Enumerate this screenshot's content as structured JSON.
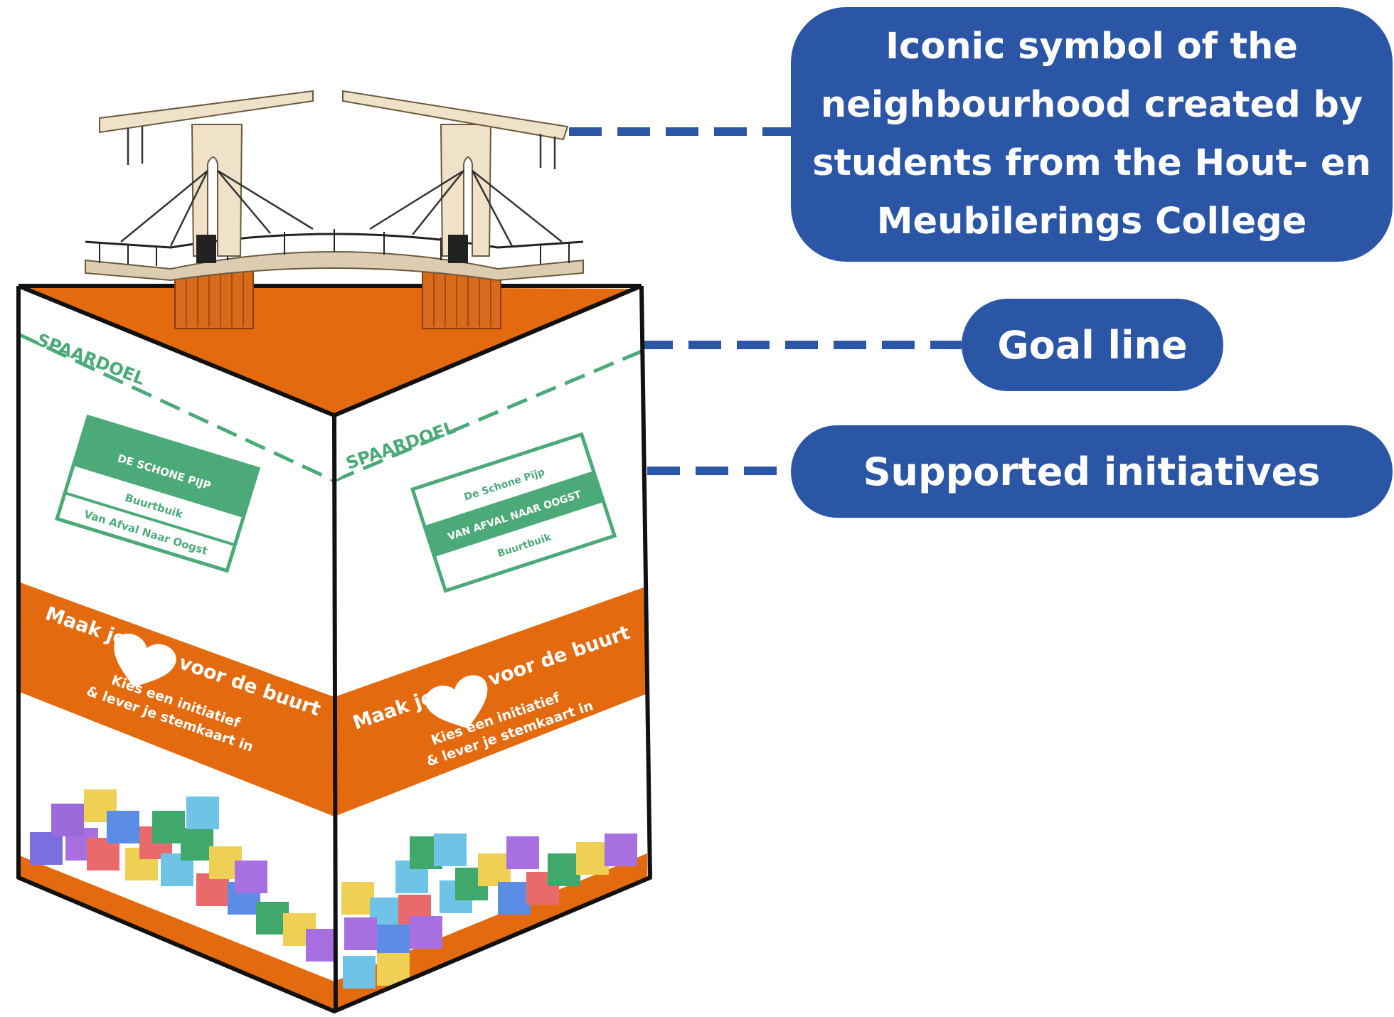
{
  "callouts": [
    {
      "label": "Iconic symbol of the\nneighbourhood created by\nstudents from the Hout- en\nMeubilerings College"
    },
    {
      "label": "Goal line"
    },
    {
      "label": "Supported initiatives"
    }
  ],
  "box": {
    "goal_label": "SPAARDOEL",
    "left_face": {
      "initiatives": [
        "DE SCHONE PIJP",
        "Buurtbuik",
        "Van Afval Naar Oogst"
      ]
    },
    "right_face": {
      "initiatives": [
        "De Schone Pijp",
        "VAN AFVAL NAAR OOGST",
        "Buurtbuik"
      ]
    },
    "banner": {
      "line1_part1": "Maak je",
      "line1_part2": "voor de buurt",
      "line2": "Kies een initiatief",
      "line3": "& lever je stemkaart in"
    }
  },
  "colors": {
    "callout_blue": "#2b56a6",
    "orange": "#e36a0f",
    "green": "#4caa78",
    "wood": "#efe2c8"
  }
}
